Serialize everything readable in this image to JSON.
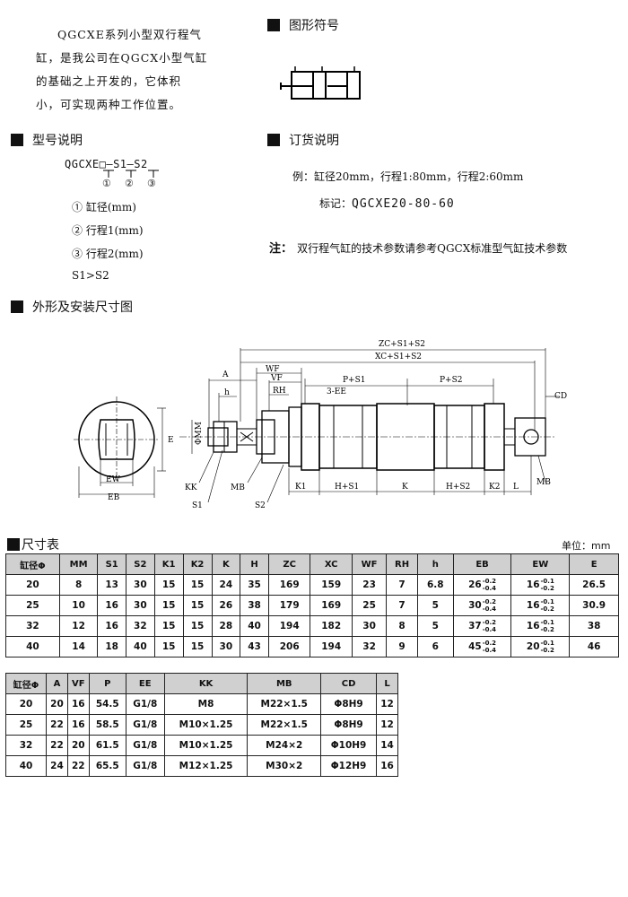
{
  "intro": {
    "lines": [
      "QGCXE系列小型双行程气",
      "缸，是我公司在QGCX小型气缸",
      "的基础之上开发的，它体积",
      "小，可实现两种工作位置。"
    ]
  },
  "sections": {
    "symbol": "图形符号",
    "model": "型号说明",
    "order": "订货说明",
    "outline": "外形及安装尺寸图",
    "dims": "尺寸表"
  },
  "model": {
    "code": "QGCXE□—S1—S2",
    "markers": [
      "①",
      "②",
      "③"
    ],
    "items": [
      "①  缸径(mm)",
      "②  行程1(mm)",
      "③  行程2(mm)"
    ],
    "condition": "S1>S2"
  },
  "order": {
    "example": "例：缸径20mm，行程1:80mm，行程2:60mm",
    "mark_label": "标记：",
    "mark_value": "QGCXE20-80-60",
    "note_label": "注：",
    "note_text": "双行程气缸的技术参数请参考QGCX标准型气缸技术参数"
  },
  "drawing": {
    "labels": {
      "zc": "ZC+S1+S2",
      "xc": "XC+S1+S2",
      "a": "A",
      "wf": "WF",
      "vf": "VF",
      "rh": "RH",
      "h": "h",
      "p1": "P+S1",
      "p2": "P+S2",
      "ee": "3-EE",
      "cd": "CD",
      "mm": "ΦMM",
      "e": "E",
      "ew": "EW",
      "eb": "EB",
      "kk": "KK",
      "s1": "S1",
      "mb": "MB",
      "s2": "S2",
      "k1": "K1",
      "hs1": "H+S1",
      "k": "K",
      "hs2": "H+S2",
      "k2": "K2",
      "l": "L",
      "mb2": "MB"
    }
  },
  "table1": {
    "unit": "单位：mm",
    "headers": [
      "缸径Φ",
      "MM",
      "S1",
      "S2",
      "K1",
      "K2",
      "K",
      "H",
      "ZC",
      "XC",
      "WF",
      "RH",
      "h",
      "EB",
      "EW",
      "E"
    ],
    "rows": [
      [
        "20",
        "8",
        "13",
        "30",
        "15",
        "15",
        "24",
        "35",
        "169",
        "159",
        "23",
        "7",
        "6.8"
      ],
      [
        "25",
        "10",
        "16",
        "30",
        "15",
        "15",
        "26",
        "38",
        "179",
        "169",
        "25",
        "7",
        "5"
      ],
      [
        "32",
        "12",
        "16",
        "32",
        "15",
        "15",
        "28",
        "40",
        "194",
        "182",
        "30",
        "8",
        "5"
      ],
      [
        "40",
        "14",
        "18",
        "40",
        "15",
        "15",
        "30",
        "43",
        "206",
        "194",
        "32",
        "9",
        "6"
      ]
    ],
    "eb": [
      [
        "26",
        "-0.2",
        "-0.4"
      ],
      [
        "30",
        "-0.2",
        "-0.4"
      ],
      [
        "37",
        "-0.2",
        "-0.4"
      ],
      [
        "45",
        "-0.2",
        "-0.4"
      ]
    ],
    "ew": [
      [
        "16",
        "-0.1",
        "-0.2"
      ],
      [
        "16",
        "-0.1",
        "-0.2"
      ],
      [
        "16",
        "-0.1",
        "-0.2"
      ],
      [
        "20",
        "-0.1",
        "-0.2"
      ]
    ],
    "e": [
      "26.5",
      "30.9",
      "38",
      "46"
    ]
  },
  "table2": {
    "headers": [
      "缸径Φ",
      "A",
      "VF",
      "P",
      "EE",
      "KK",
      "MB",
      "CD",
      "L"
    ],
    "rows": [
      [
        "20",
        "20",
        "16",
        "54.5",
        "G1/8",
        "M8",
        "M22×1.5",
        "Φ8H9",
        "12"
      ],
      [
        "25",
        "22",
        "16",
        "58.5",
        "G1/8",
        "M10×1.25",
        "M22×1.5",
        "Φ8H9",
        "12"
      ],
      [
        "32",
        "22",
        "20",
        "61.5",
        "G1/8",
        "M10×1.25",
        "M24×2",
        "Φ10H9",
        "14"
      ],
      [
        "40",
        "24",
        "22",
        "65.5",
        "G1/8",
        "M12×1.25",
        "M30×2",
        "Φ12H9",
        "16"
      ]
    ]
  }
}
